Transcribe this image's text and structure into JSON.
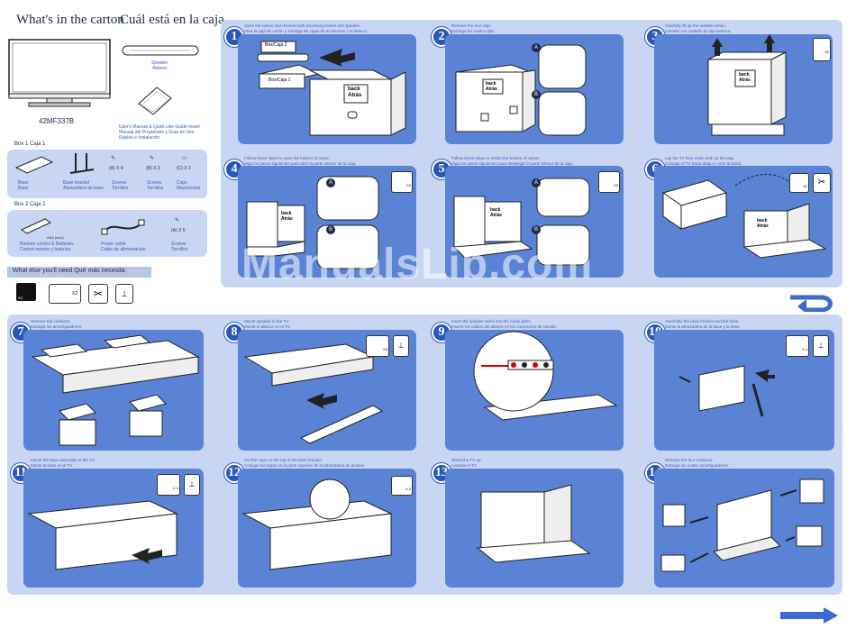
{
  "left": {
    "title_en": "What's in the carton",
    "title_es": "Cuál está en la caja",
    "model": "42MF337B",
    "speaker_label": [
      "Speaker",
      "Altavoz"
    ],
    "manual_label": [
      "User's Manual & Quick Use Guide Insert",
      "Manual del Propietario y Guía de Uso",
      "Rápido e Instalación"
    ],
    "box1_label": "Box 1   Caja  1",
    "box1_items": [
      {
        "name": "Base",
        "name_es": "Base"
      },
      {
        "name": "Base bracket",
        "name_es": "Abrazadera de base"
      },
      {
        "name": "Screws",
        "name_es": "Tornillos",
        "qty": "X 4",
        "letter": "A"
      },
      {
        "name": "Screws",
        "name_es": "Tornillos",
        "qty": "X 2",
        "letter": "B"
      },
      {
        "name": "Caps",
        "name_es": "Mayúsculas",
        "qty": "X 2",
        "letter": "C"
      }
    ],
    "box2_label": "Box 2   Caja  2",
    "box2_items": [
      {
        "name": "Remote control & Batteries",
        "name_es": "Control remoto y baterías",
        "extra": "AAA (size)"
      },
      {
        "name": "Power cable",
        "name_es": "Cable de alimentación"
      },
      {
        "name": "Screws",
        "name_es": "Tornillos",
        "qty": "X 5",
        "letter": "A"
      }
    ],
    "need_label": "What else you'll need   Qué más necesita",
    "need_ac": "AC",
    "need_x2": "X2"
  },
  "steps": [
    {
      "num": "1",
      "en": "Open the carton and remove both accessory boxes and speaker.",
      "es": "Abra la caja de cartón y extraiga las cajas de accesorios y el altavoz."
    },
    {
      "num": "2",
      "en": "Remove the four clips.",
      "es": "Extraiga los cuatro clips."
    },
    {
      "num": "3",
      "en": "Carefully lift up the outside carton.",
      "es": "Levante con cuidado la caja externa."
    },
    {
      "num": "4",
      "en": "Follow these steps to open the bottom of carton.",
      "es": "Siga los pasos siguientes para abrir la parte inferior de la caja."
    },
    {
      "num": "5",
      "en": "Follow these steps to unfold the bottom of carton.",
      "es": "Siga los pasos siguientes para desplegar la parte inferior de la caja."
    },
    {
      "num": "6",
      "en": "Lay the TV face down and cut the bag.",
      "es": "Coloque el TV hacia abajo y corte la bolsa."
    },
    {
      "num": "7",
      "en": "Remove the cushions.",
      "es": "Extraiga los amortiguadores."
    },
    {
      "num": "8",
      "en": "Mount speaker to the TV.",
      "es": "Monte el altavoz en el TV."
    },
    {
      "num": "9",
      "en": "Insert the speaker wires into the Audio jacks.",
      "es": "Inserte los cables del altavoz en los conectores de Sonido."
    },
    {
      "num": "10",
      "en": "Assembly the base bracket and the base.",
      "es": "Monte la abrazadera de la base y la base."
    },
    {
      "num": "11",
      "en": "Mount the base assembly to the TV.",
      "es": "Monte la base en el TV."
    },
    {
      "num": "12",
      "en": "Put the caps on the top of the base bracket.",
      "es": "Coloque las tapas en la parte superior de la abrazadera de la base."
    },
    {
      "num": "13",
      "en": "Stand the TV up.",
      "es": "Levante el TV."
    },
    {
      "num": "14",
      "en": "Remove the four cushions.",
      "es": "Extraiga los cuatro amortiguadores."
    }
  ],
  "illus": {
    "box2": "Box/Caja 2",
    "box1": "Box/Caja 1",
    "back": "back",
    "atras": "Atrás",
    "a": "A",
    "b": "B",
    "x2": "X2",
    "x3": "X3",
    "x4": "X 4",
    "x5": "X 5",
    "x2b": "X 2"
  },
  "watermark": "ManualsLib.com"
}
